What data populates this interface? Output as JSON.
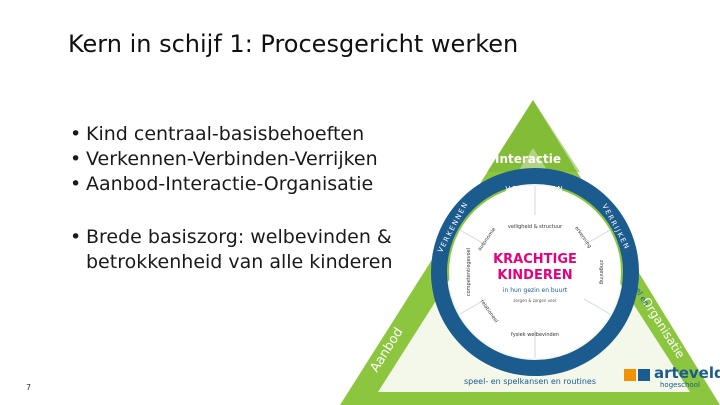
{
  "slide": {
    "title": "Kern in schijf 1: Procesgericht werken",
    "bullets": [
      "Kind centraal-basisbehoeften",
      "Verkennen-Verbinden-Verrijken",
      "Aanbod-Interactie-Organisatie"
    ],
    "bullet_brede": "Brede basiszorg: welbevinden & betrokkenheid van alle kinderen",
    "page_number": "7"
  },
  "diagram": {
    "corner_top": "Interactie",
    "corner_left": "Aanbod",
    "corner_right": "Organisatie",
    "ring_top": "VERBINDEN",
    "ring_left": "VERKENNEN",
    "ring_right": "VERRIJKEN",
    "center_line1": "KRACHTIGE",
    "center_line2": "KINDEREN",
    "center_sub": "in hun gezin en buurt",
    "center_small": "zorgen & zorgen voor",
    "label_veiligheid": "veiligheid & structuur",
    "label_autonomie": "autonomie",
    "label_competentie": "competentiegevoel",
    "label_relationeel": "relationeel",
    "label_fysiek": "fysiek welbevinden",
    "label_erkenning": "erkenning",
    "label_zingeving": "zingeving",
    "bottom_arc": "speel- en spelkansen en routines",
    "right_arc": "in spel en"
  },
  "logo": {
    "brand": "arteveldе",
    "sub": "hogeschool"
  },
  "colors": {
    "green": "#8cc63f",
    "blue": "#1b5b8e",
    "pink": "#e6007e",
    "orange": "#f39200"
  }
}
